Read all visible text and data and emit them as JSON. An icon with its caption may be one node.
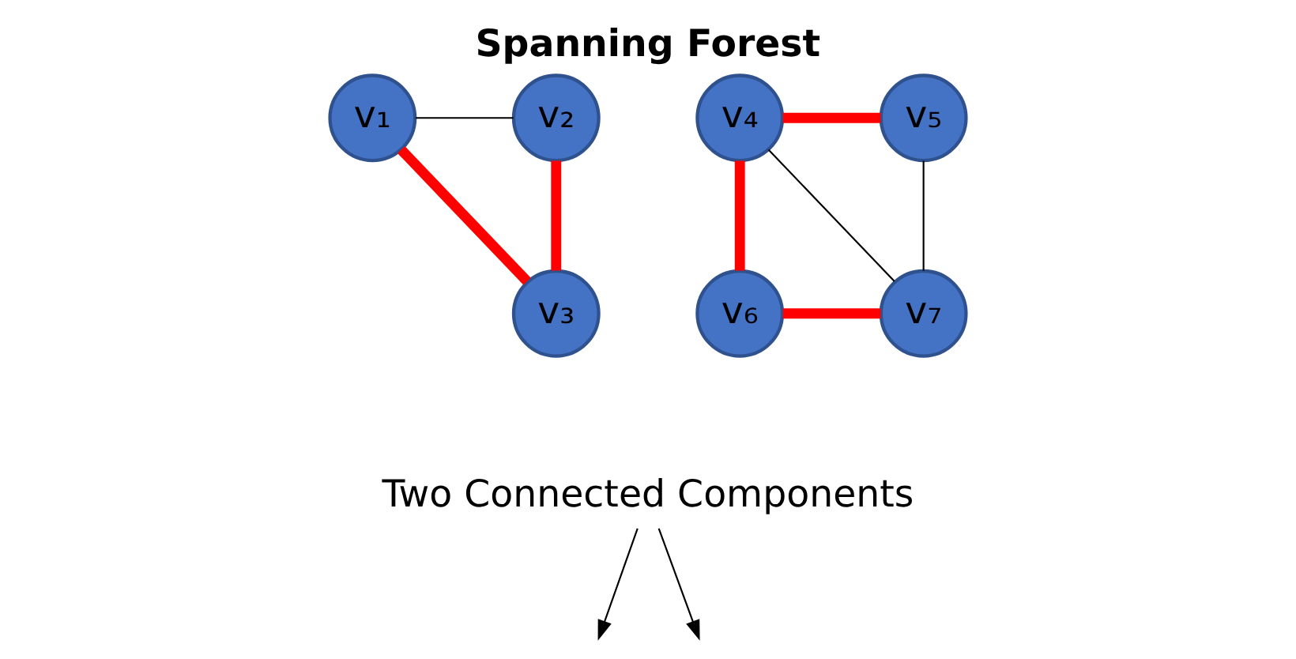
{
  "diagram": {
    "title": "Spanning Forest",
    "nodes": [
      {
        "text": [
          "v₁"
        ]
      },
      {
        "text": [
          "v₂"
        ]
      },
      {
        "text": [
          "v₃"
        ]
      },
      {
        "text": [
          "v₄"
        ]
      },
      {
        "text": [
          "v₅"
        ]
      },
      {
        "text": [
          "v₆"
        ]
      },
      {
        "text": [
          "v₇"
        ]
      },
      {
        "text": [
          "Two Connected Components"
        ]
      }
    ],
    "edges": [
      {
        "from": 0,
        "to": 1,
        "arrow": "none",
        "color": "#000000"
      },
      {
        "from": 0,
        "to": 2,
        "arrow": "none",
        "style": "thick",
        "color": "#ff0000"
      },
      {
        "from": 1,
        "to": 2,
        "arrow": "none",
        "style": "thick",
        "color": "#ff0000"
      },
      {
        "from": 3,
        "to": 4,
        "arrow": "none",
        "style": "thick",
        "color": "#ff0000"
      },
      {
        "from": 3,
        "to": 5,
        "arrow": "none",
        "style": "thick",
        "color": "#ff0000"
      },
      {
        "from": 3,
        "to": 6,
        "arrow": "none",
        "color": "#000000"
      },
      {
        "from": 4,
        "to": 6,
        "arrow": "none",
        "color": "#000000"
      },
      {
        "from": 5,
        "to": 6,
        "arrow": "none",
        "style": "thick",
        "color": "#ff0000"
      },
      {
        "from": 7,
        "to": null,
        "arrow": "to"
      },
      {
        "from": 7,
        "to": null,
        "arrow": "to"
      }
    ]
  }
}
